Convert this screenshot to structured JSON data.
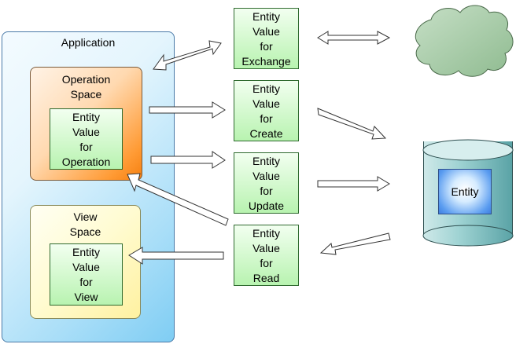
{
  "application": {
    "label": "Application"
  },
  "operation_space": {
    "label": "Operation\nSpace",
    "inner": "Entity\nValue\nfor\nOperation"
  },
  "view_space": {
    "label": "View\nSpace",
    "inner": "Entity\nValue\nfor\nView"
  },
  "values": {
    "exchange": "Entity\nValue\nfor\nExchange",
    "create": "Entity\nValue\nfor\nCreate",
    "update": "Entity\nValue\nfor\nUpdate",
    "read": "Entity\nValue\nfor\nRead"
  },
  "store": {
    "entity": "Entity"
  },
  "colors": {
    "application": "#a9def8",
    "operation_space": "#ff9a33",
    "view_space": "#fff1a0",
    "entity_value": "#b8f3b0",
    "cloud": "#9fc4a0",
    "cylinder": "#5aa3a6",
    "entity": "#5a9cf0"
  }
}
